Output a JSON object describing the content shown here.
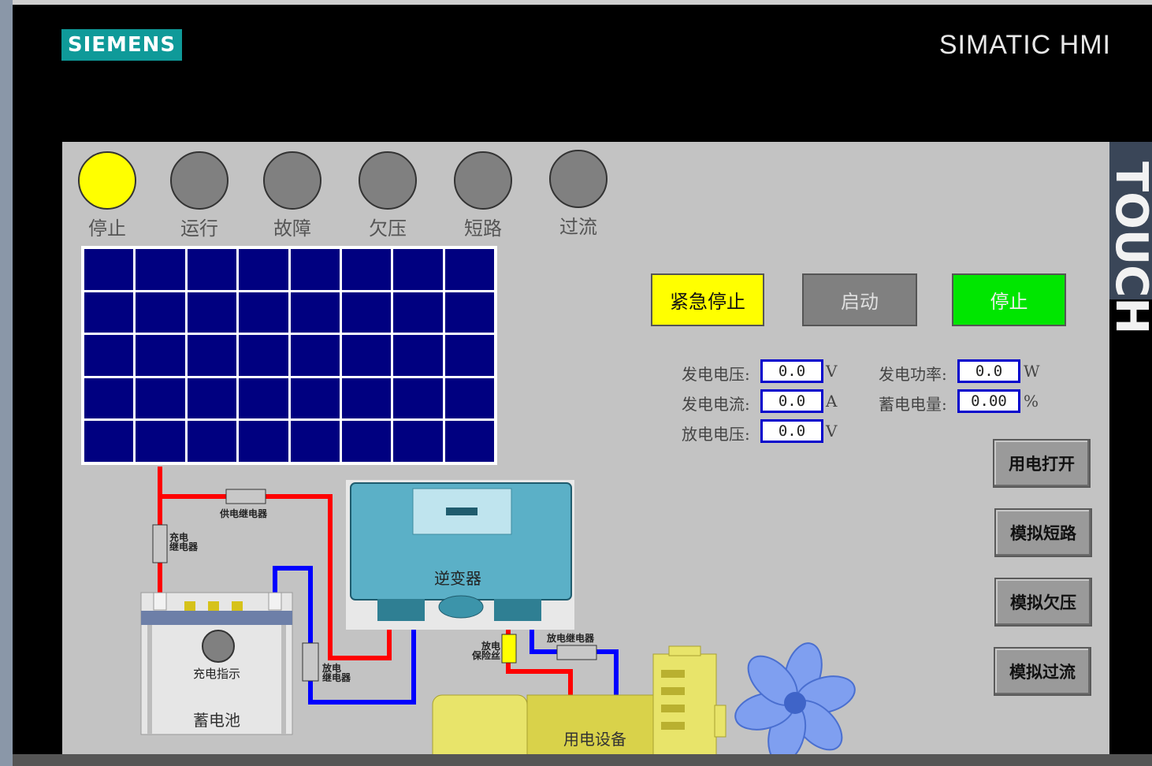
{
  "header": {
    "logo": "SIEMENS",
    "brand": "SIMATIC HMI",
    "side_label": "TOUCH"
  },
  "indicators": [
    {
      "label": "停止",
      "on": true
    },
    {
      "label": "运行",
      "on": false
    },
    {
      "label": "故障",
      "on": false
    },
    {
      "label": "欠压",
      "on": false
    },
    {
      "label": "短路",
      "on": false
    },
    {
      "label": "过流",
      "on": false
    }
  ],
  "buttons": {
    "emergency": "紧急停止",
    "start": "启动",
    "stop": "停止"
  },
  "readouts": {
    "gen_voltage": {
      "label": "发电电压:",
      "value": "0.0",
      "unit": "V"
    },
    "gen_current": {
      "label": "发电电流:",
      "value": "0.0",
      "unit": "A"
    },
    "dis_voltage": {
      "label": "放电电压:",
      "value": "0.0",
      "unit": "V"
    },
    "gen_power": {
      "label": "发电功率:",
      "value": "0.0",
      "unit": "W"
    },
    "battery_level": {
      "label": "蓄电电量:",
      "value": "0.00",
      "unit": "%"
    }
  },
  "side_buttons": {
    "power_on": "用电打开",
    "sim_short": "模拟短路",
    "sim_under": "模拟欠压",
    "sim_over": "模拟过流"
  },
  "diagram": {
    "supply_relay": "供电继电器",
    "charge_relay": "充电\n继电器",
    "discharge_relay_left": "放电\n继电器",
    "discharge_relay_right": "放电继电器",
    "fuse": "放电\n保险丝",
    "inverter": "逆变器",
    "charge_indicator": "充电指示",
    "battery": "蓄电池",
    "load": "用电设备"
  },
  "colors": {
    "on_lamp": "#ffff00",
    "off_lamp": "#808080",
    "panel_cell": "#000080",
    "positive_wire": "#ff0000",
    "negative_wire": "#0000ff"
  }
}
